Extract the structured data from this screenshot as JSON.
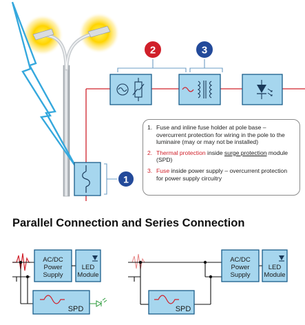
{
  "badges": {
    "one": "1",
    "two": "2",
    "three": "3"
  },
  "notes": [
    {
      "number": "1.",
      "text": "Fuse and inline fuse holder at pole base – overcurrent  protection for wiring in the pole to the luminaire (may or may not be installed)"
    },
    {
      "number": "2.",
      "highlight": "Thermal protection",
      "middle": " inside ",
      "underlined": "surge protection",
      "rest": " module (SPD)"
    },
    {
      "number": "3.",
      "highlight": "Fuse",
      "rest": " inside power supply – overcurrent protection for power supply circuitry"
    }
  ],
  "section_title": "Parallel Connection and Series Connection",
  "left_circuit": {
    "power_supply_label": [
      "AC/DC",
      "Power",
      "Supply"
    ],
    "led_label": [
      "LED",
      "Module"
    ],
    "spd_label": "SPD"
  },
  "right_circuit": {
    "power_supply_label": [
      "AC/DC",
      "Power",
      "Supply"
    ],
    "led_label": [
      "LED",
      "Module"
    ],
    "spd_label": "SPD"
  },
  "colors": {
    "box_fill": "#a6d6ee",
    "box_stroke": "#1a5d8a",
    "wire": "#d0202a",
    "badge_red": "#d0202a",
    "badge_blue": "#234a9a",
    "lightning": "#35a8dd",
    "glow": "#ffd400"
  }
}
